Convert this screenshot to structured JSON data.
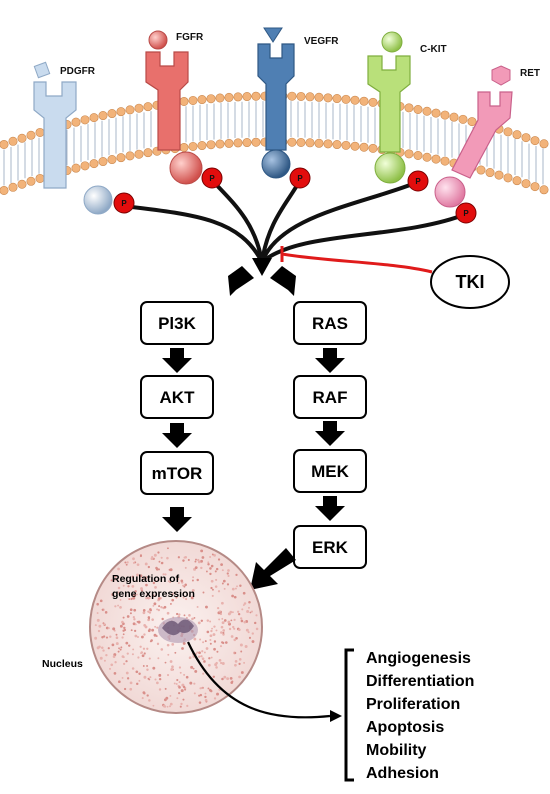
{
  "receptors": [
    {
      "name": "PDGFR",
      "color": "#c9dbee",
      "dark": "#8fa9c6",
      "ligand": "diamond"
    },
    {
      "name": "FGFR",
      "color": "#e8706c",
      "dark": "#b94a47",
      "ligand": "circle"
    },
    {
      "name": "VEGFR",
      "color": "#4f7fb3",
      "dark": "#2f5884",
      "ligand": "triangle"
    },
    {
      "name": "C-KIT",
      "color": "#b9e07a",
      "dark": "#7fae3e",
      "ligand": "circle"
    },
    {
      "name": "RET",
      "color": "#f29ab8",
      "dark": "#c9608a",
      "ligand": "hexagon"
    }
  ],
  "phospho_label": "P",
  "inhibitor": {
    "label": "TKI",
    "line_color": "#e01b1b"
  },
  "pathways": {
    "left": [
      "Pl3K",
      "AKT",
      "mTOR"
    ],
    "right": [
      "RAS",
      "RAF",
      "MEK",
      "ERK"
    ]
  },
  "nucleus": {
    "label": "Nucleus",
    "regulation_line1": "Regulation of",
    "regulation_line2": "gene expression"
  },
  "outcomes": [
    "Angiogenesis",
    "Differentiation",
    "Proliferation",
    "Apoptosis",
    "Mobility",
    "Adhesion"
  ]
}
